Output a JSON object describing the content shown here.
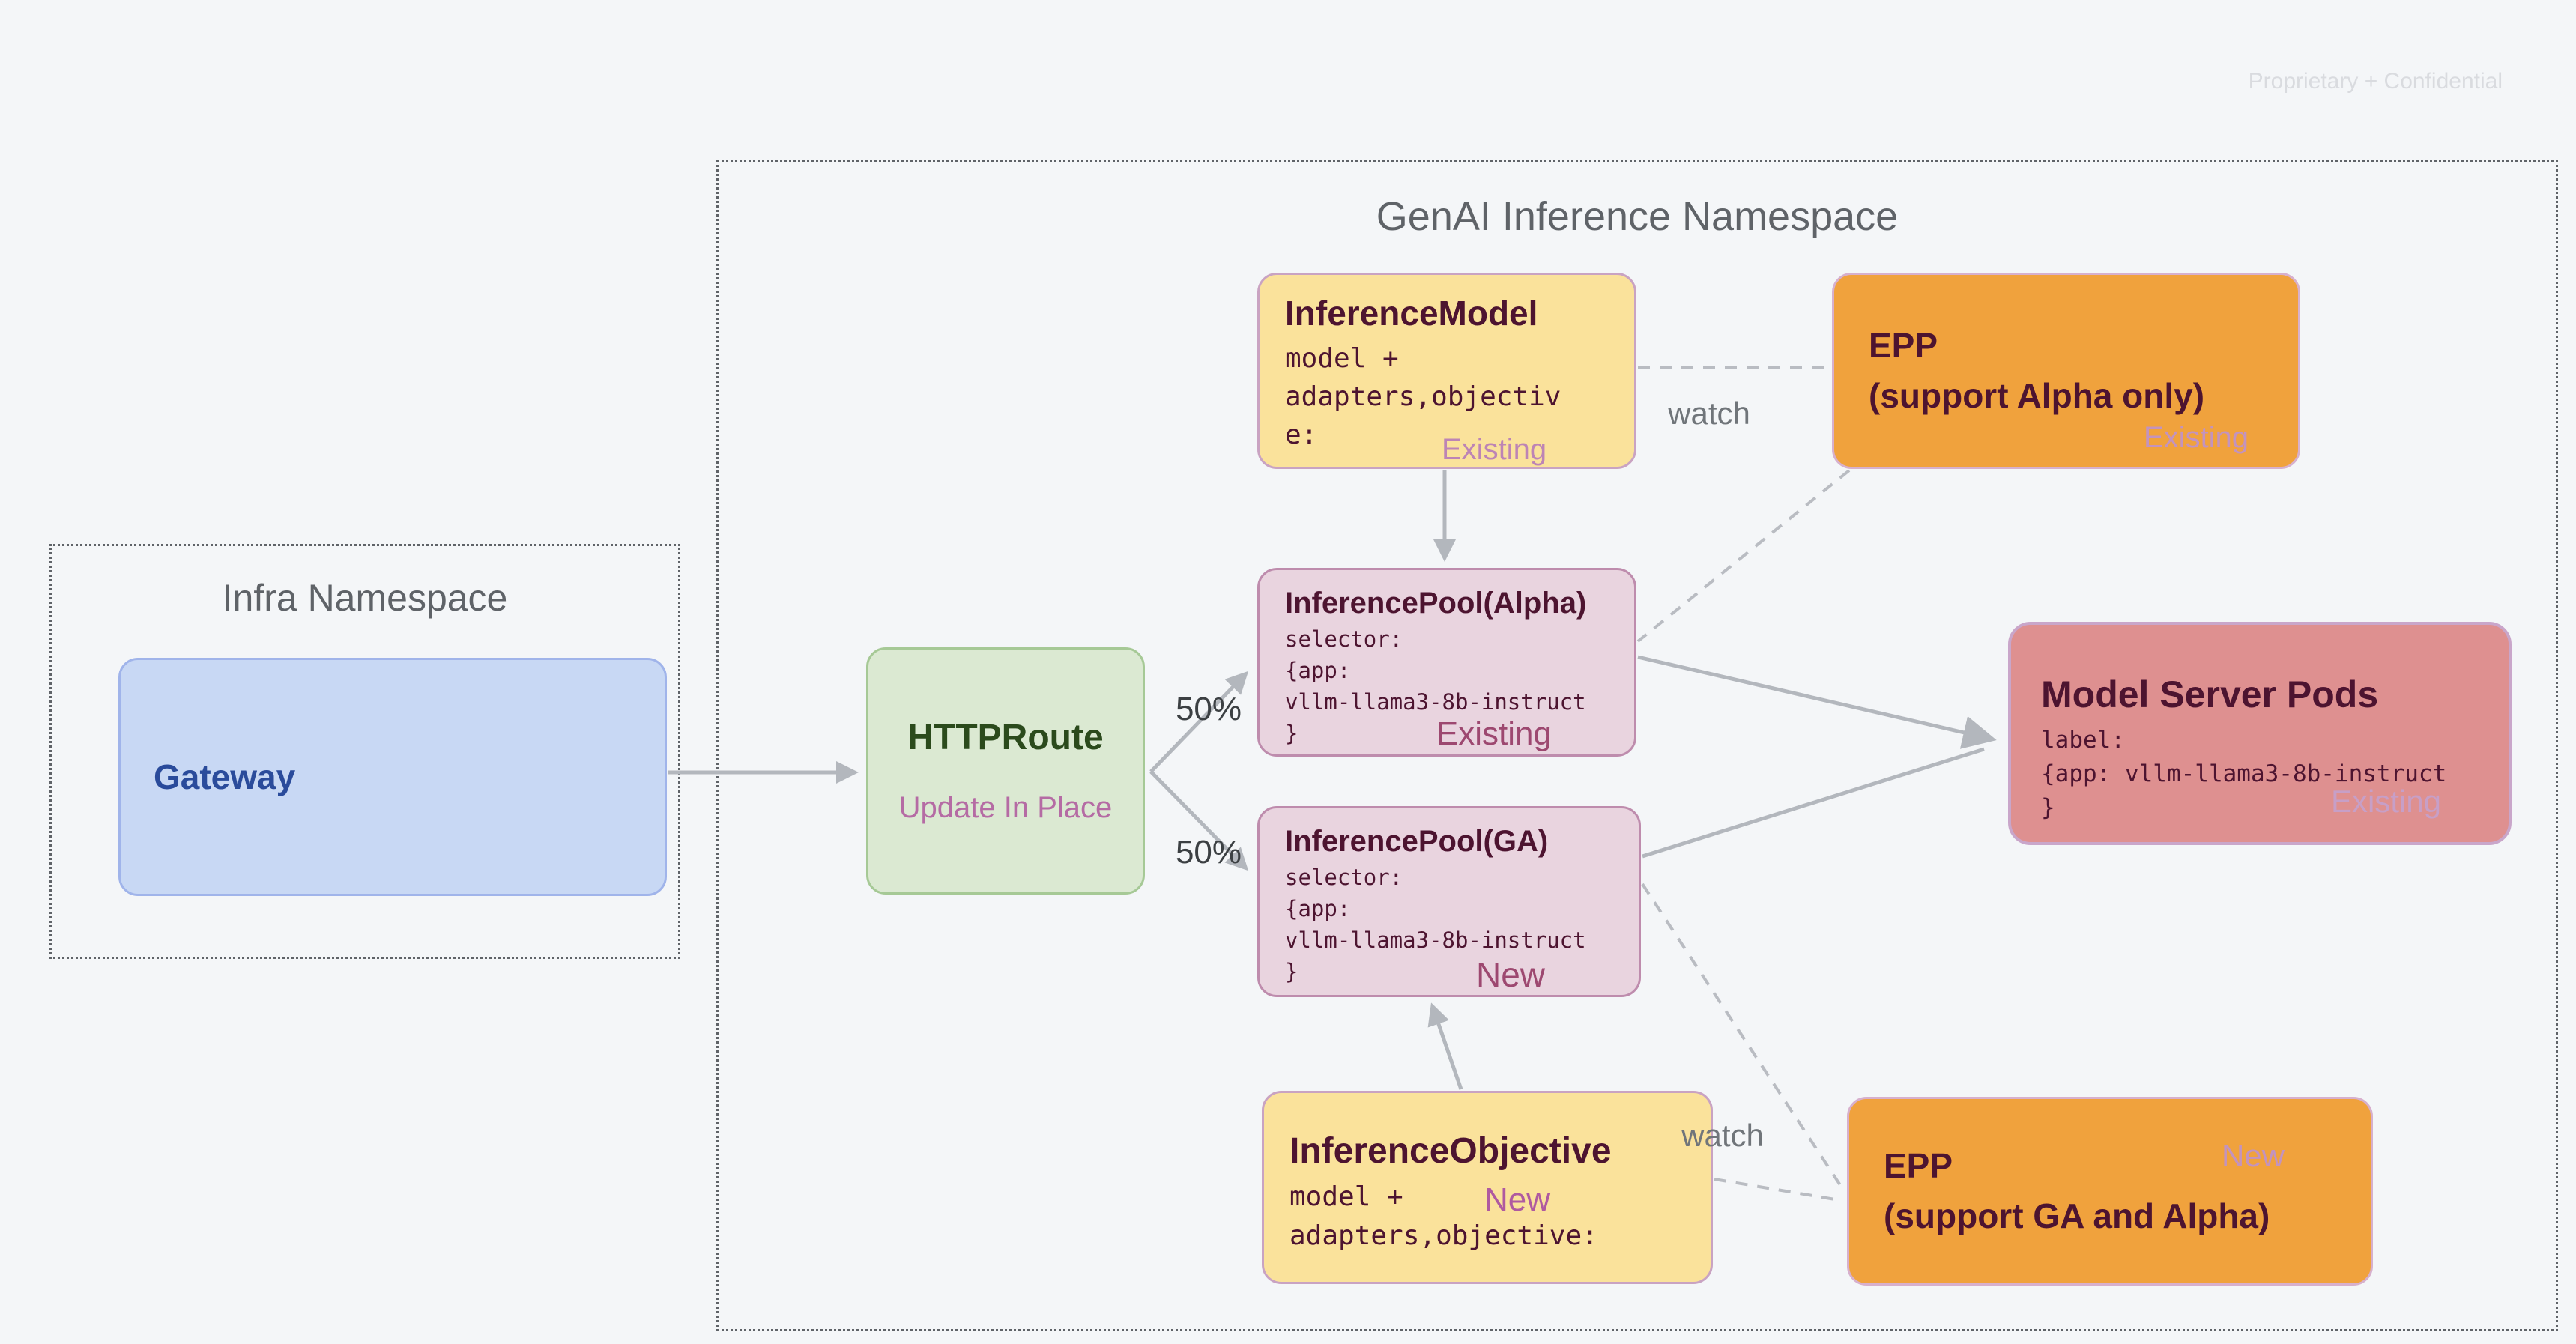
{
  "watermark": "Proprietary + Confidential",
  "namespaces": {
    "infra": {
      "title": "Infra Namespace"
    },
    "genai": {
      "title": "GenAI Inference Namespace"
    }
  },
  "nodes": {
    "gateway": {
      "title": "Gateway"
    },
    "httproute": {
      "title": "HTTPRoute",
      "subtitle": "Update In Place"
    },
    "inference_model": {
      "title": "InferenceModel",
      "body": "model +\nadapters,objectiv\ne:",
      "badge": "Existing"
    },
    "epp_alpha": {
      "title": "EPP",
      "subtitle": "(support Alpha only)",
      "badge": "Existing"
    },
    "pool_alpha": {
      "title": "InferencePool(Alpha)",
      "body": "selector:\n{app:\nvllm-llama3-8b-instruct\n}",
      "badge": "Existing"
    },
    "pool_ga": {
      "title": "InferencePool(GA)",
      "body": "selector:\n{app:\nvllm-llama3-8b-instruct\n}",
      "badge": "New"
    },
    "model_server_pods": {
      "title": "Model Server Pods",
      "body": "label:\n{app: vllm-llama3-8b-instruct\n}",
      "badge": "Existing"
    },
    "inference_objective": {
      "title": "InferenceObjective",
      "body": "model +\nadapters,objective:",
      "badge": "New"
    },
    "epp_ga": {
      "title": "EPP",
      "subtitle": "(support GA and Alpha)",
      "badge": "New"
    }
  },
  "edge_labels": {
    "split_top": "50%",
    "split_bottom": "50%",
    "watch_top": "watch",
    "watch_bottom": "watch"
  },
  "colors": {
    "background": "#F4F6F8",
    "box_yellow": "#FAE29B",
    "box_orange": "#F0A23D",
    "box_mauve": "#E9D4DF",
    "box_salmon": "#DE9090",
    "box_green": "#DBE9D2",
    "box_blue": "#C8D8F4",
    "text_maroon": "#4D1430",
    "text_green": "#2B4A1C",
    "text_blue": "#2A4B9B",
    "text_pink_subtitle": "#B56BA4",
    "badge_wine": "#9D4870",
    "badge_mauve": "#BD84B5",
    "label_gray": "#5F6368",
    "arrow_gray": "#B3B7BD",
    "watermark_gray": "#D9DBDF"
  }
}
